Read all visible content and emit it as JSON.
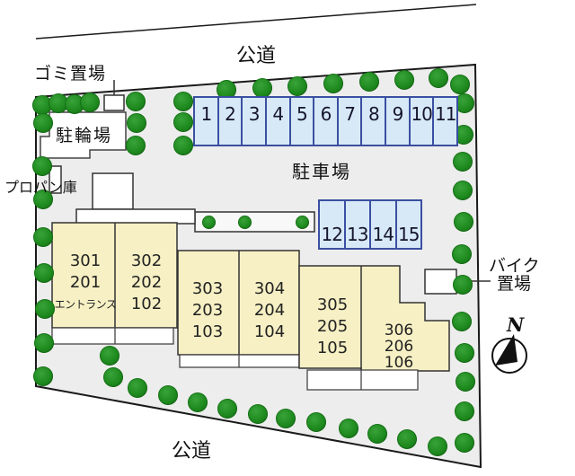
{
  "roads": {
    "top": "公道",
    "bottom": "公道"
  },
  "areas": {
    "garbage": "ゴミ置場",
    "bicycle": "駐輪場",
    "propane": "プロパン庫",
    "parking_lot": "駐車場",
    "bike_storage_line1": "バイク",
    "bike_storage_line2": "置場"
  },
  "compass": {
    "north": "N"
  },
  "parking_row1": [
    "1",
    "2",
    "3",
    "4",
    "5",
    "6",
    "7",
    "8",
    "9",
    "10",
    "11"
  ],
  "parking_row2": [
    "12",
    "13",
    "14",
    "15"
  ],
  "units": [
    {
      "lines": [
        "301",
        "201",
        "エントランス"
      ]
    },
    {
      "lines": [
        "302",
        "202",
        "102"
      ]
    },
    {
      "lines": [
        "303",
        "203",
        "103"
      ]
    },
    {
      "lines": [
        "304",
        "204",
        "104"
      ]
    },
    {
      "lines": [
        "305",
        "205",
        "105"
      ]
    },
    {
      "lines": [
        "306",
        "206",
        "106"
      ]
    }
  ],
  "colors": {
    "site_fill": "#ededed",
    "boundary": "#1a1a1a",
    "building_fill": "#f6f0c4",
    "building_outline": "#333333",
    "stall_fill": "#d7e9f6",
    "stall_border": "#3a4fa0",
    "tree_green": "#1e8a1e"
  },
  "trees": {
    "large": [
      [
        47,
        117
      ],
      [
        65,
        115
      ],
      [
        83,
        116
      ],
      [
        100,
        114
      ],
      [
        151,
        113
      ],
      [
        152,
        137
      ],
      [
        151,
        162
      ],
      [
        204,
        113
      ],
      [
        204,
        136
      ],
      [
        204,
        162
      ],
      [
        252,
        100
      ],
      [
        292,
        98
      ],
      [
        331,
        96
      ],
      [
        371,
        93
      ],
      [
        411,
        91
      ],
      [
        450,
        89
      ],
      [
        488,
        87
      ],
      [
        512,
        94
      ],
      [
        517,
        115
      ],
      [
        516,
        150
      ],
      [
        515,
        180
      ],
      [
        515,
        212
      ],
      [
        516,
        247
      ],
      [
        514,
        283
      ],
      [
        515,
        317
      ],
      [
        514,
        358
      ],
      [
        517,
        393
      ],
      [
        518,
        425
      ],
      [
        517,
        458
      ],
      [
        517,
        493
      ],
      [
        48,
        137
      ],
      [
        47,
        185
      ],
      [
        48,
        222
      ],
      [
        48,
        264
      ],
      [
        49,
        304
      ],
      [
        50,
        344
      ],
      [
        49,
        382
      ],
      [
        48,
        419
      ],
      [
        122,
        396
      ],
      [
        126,
        420
      ],
      [
        153,
        432
      ],
      [
        187,
        440
      ],
      [
        220,
        448
      ],
      [
        253,
        455
      ],
      [
        287,
        461
      ],
      [
        318,
        466
      ],
      [
        352,
        470
      ],
      [
        388,
        477
      ],
      [
        420,
        483
      ],
      [
        453,
        489
      ],
      [
        487,
        497
      ]
    ],
    "small": [
      [
        232,
        247
      ],
      [
        272,
        247
      ],
      [
        336,
        247
      ]
    ]
  }
}
